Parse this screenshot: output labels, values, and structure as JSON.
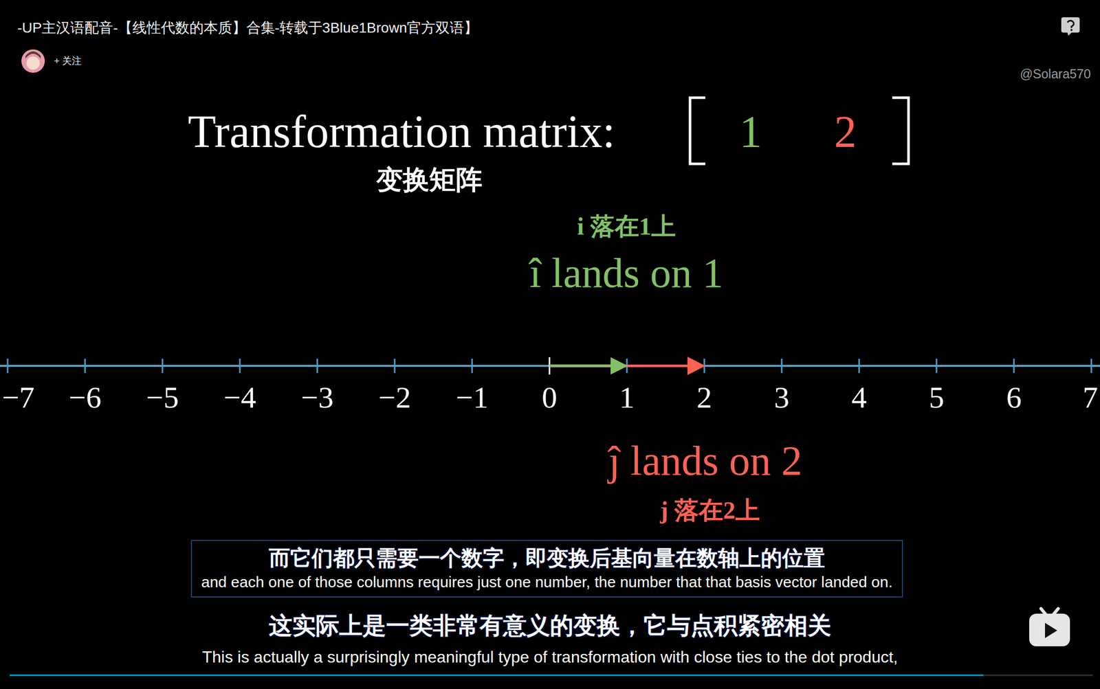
{
  "diagram": {
    "title": "-UP主汉语配音-【线性代数的本质】合集-转载于3Blue1Brown官方双语】",
    "nodes": [
      {
        "text": [
          "而它们都只需要一个数字，即变换后基向量在数轴上的位置",
          "and each one of those columns requires just one number, the number that that basis vector landed on."
        ]
      }
    ],
    "labels": [
      "+ 关注",
      "@Solara570",
      "Transformation matrix:",
      "1",
      "2",
      "变换矩阵",
      "i 落在1上",
      "î lands on 1",
      "−7",
      "−6",
      "−5",
      "−4",
      "−3",
      "−2",
      "−1",
      "0",
      "1",
      "2",
      "3",
      "4",
      "5",
      "6",
      "7",
      "ĵ lands on 2",
      "j 落在2上",
      "这实际上是一类非常有意义的变换，它与点积紧密相关",
      "This is actually a surprisingly meaningful type of transformation with close ties to the dot product,"
    ]
  }
}
